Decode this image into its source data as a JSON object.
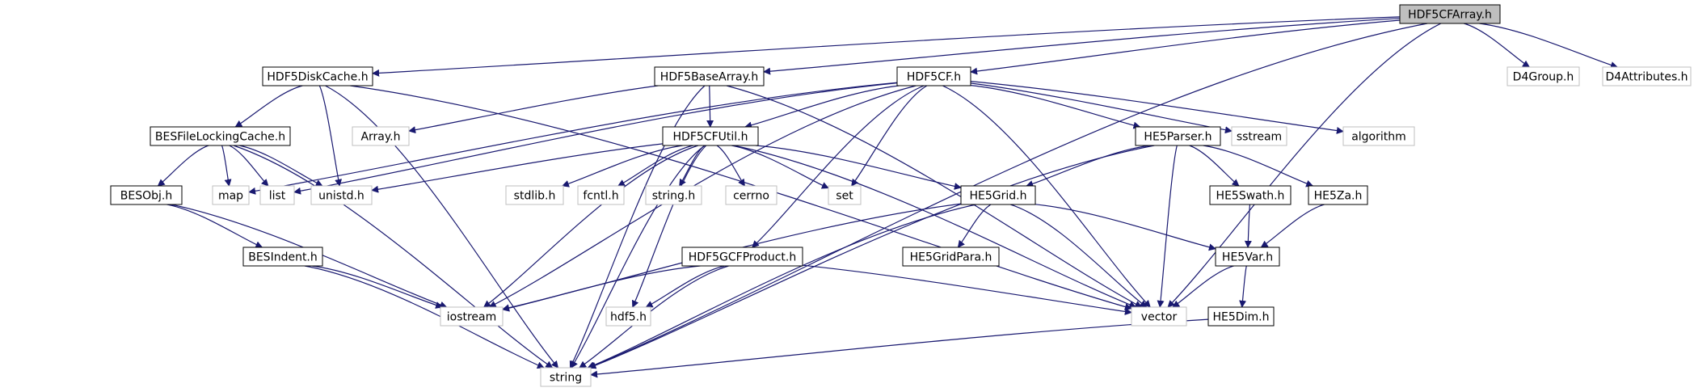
{
  "colors": {
    "edge": "#191970",
    "node_border": "#000000",
    "external_border": "#bfbfbf",
    "root_fill": "#bfbfbf",
    "text": "#000000",
    "external_text": "#000000"
  },
  "nodes": [
    {
      "id": "HDF5CFArray",
      "label": "HDF5CFArray.h",
      "kind": "root"
    },
    {
      "id": "HDF5DiskCache",
      "label": "HDF5DiskCache.h",
      "kind": "doc"
    },
    {
      "id": "HDF5BaseArray",
      "label": "HDF5BaseArray.h",
      "kind": "doc"
    },
    {
      "id": "HDF5CF",
      "label": "HDF5CF.h",
      "kind": "doc"
    },
    {
      "id": "D4Group",
      "label": "D4Group.h",
      "kind": "ext"
    },
    {
      "id": "D4Attributes",
      "label": "D4Attributes.h",
      "kind": "ext"
    },
    {
      "id": "BESFileLockingCache",
      "label": "BESFileLockingCache.h",
      "kind": "doc"
    },
    {
      "id": "ArrayH",
      "label": "Array.h",
      "kind": "ext"
    },
    {
      "id": "HDF5CFUtil",
      "label": "HDF5CFUtil.h",
      "kind": "doc"
    },
    {
      "id": "HE5Parser",
      "label": "HE5Parser.h",
      "kind": "doc"
    },
    {
      "id": "sstream",
      "label": "sstream",
      "kind": "ext"
    },
    {
      "id": "algorithm",
      "label": "algorithm",
      "kind": "ext"
    },
    {
      "id": "BESObj",
      "label": "BESObj.h",
      "kind": "doc"
    },
    {
      "id": "map",
      "label": "map",
      "kind": "ext"
    },
    {
      "id": "list",
      "label": "list",
      "kind": "ext"
    },
    {
      "id": "unistd",
      "label": "unistd.h",
      "kind": "ext"
    },
    {
      "id": "stdlib",
      "label": "stdlib.h",
      "kind": "ext"
    },
    {
      "id": "fcntl",
      "label": "fcntl.h",
      "kind": "ext"
    },
    {
      "id": "stringh",
      "label": "string.h",
      "kind": "ext"
    },
    {
      "id": "cerrno",
      "label": "cerrno",
      "kind": "ext"
    },
    {
      "id": "set",
      "label": "set",
      "kind": "ext"
    },
    {
      "id": "HE5Grid",
      "label": "HE5Grid.h",
      "kind": "doc"
    },
    {
      "id": "HE5Swath",
      "label": "HE5Swath.h",
      "kind": "doc"
    },
    {
      "id": "HE5Za",
      "label": "HE5Za.h",
      "kind": "doc"
    },
    {
      "id": "BESIndent",
      "label": "BESIndent.h",
      "kind": "doc"
    },
    {
      "id": "HDF5GCFProduct",
      "label": "HDF5GCFProduct.h",
      "kind": "doc"
    },
    {
      "id": "HE5GridPara",
      "label": "HE5GridPara.h",
      "kind": "doc"
    },
    {
      "id": "HE5Var",
      "label": "HE5Var.h",
      "kind": "doc"
    },
    {
      "id": "iostream",
      "label": "iostream",
      "kind": "ext"
    },
    {
      "id": "hdf5",
      "label": "hdf5.h",
      "kind": "ext"
    },
    {
      "id": "vector",
      "label": "vector",
      "kind": "ext"
    },
    {
      "id": "HE5Dim",
      "label": "HE5Dim.h",
      "kind": "doc"
    },
    {
      "id": "string",
      "label": "string",
      "kind": "ext"
    }
  ],
  "edges": [
    [
      "HDF5CFArray",
      "HDF5DiskCache"
    ],
    [
      "HDF5CFArray",
      "HDF5BaseArray"
    ],
    [
      "HDF5CFArray",
      "HDF5CF"
    ],
    [
      "HDF5CFArray",
      "D4Group"
    ],
    [
      "HDF5CFArray",
      "D4Attributes"
    ],
    [
      "HDF5CFArray",
      "vector"
    ],
    [
      "HDF5CFArray",
      "string"
    ],
    [
      "HDF5DiskCache",
      "BESFileLockingCache"
    ],
    [
      "HDF5DiskCache",
      "unistd"
    ],
    [
      "HDF5DiskCache",
      "string"
    ],
    [
      "HDF5DiskCache",
      "vector"
    ],
    [
      "HDF5BaseArray",
      "ArrayH"
    ],
    [
      "HDF5BaseArray",
      "HDF5CFUtil"
    ],
    [
      "HDF5BaseArray",
      "string"
    ],
    [
      "HDF5BaseArray",
      "vector"
    ],
    [
      "HDF5CF",
      "HDF5CFUtil"
    ],
    [
      "HDF5CF",
      "HE5Parser"
    ],
    [
      "HDF5CF",
      "sstream"
    ],
    [
      "HDF5CF",
      "algorithm"
    ],
    [
      "HDF5CF",
      "map"
    ],
    [
      "HDF5CF",
      "list"
    ],
    [
      "HDF5CF",
      "set"
    ],
    [
      "HDF5CF",
      "iostream"
    ],
    [
      "HDF5CF",
      "HDF5GCFProduct"
    ],
    [
      "HDF5CF",
      "vector"
    ],
    [
      "BESFileLockingCache",
      "BESObj"
    ],
    [
      "BESFileLockingCache",
      "map"
    ],
    [
      "BESFileLockingCache",
      "list"
    ],
    [
      "BESFileLockingCache",
      "unistd"
    ],
    [
      "BESFileLockingCache",
      "string"
    ],
    [
      "BESObj",
      "BESIndent"
    ],
    [
      "BESObj",
      "iostream"
    ],
    [
      "BESIndent",
      "iostream"
    ],
    [
      "BESIndent",
      "string"
    ],
    [
      "HDF5CFUtil",
      "unistd"
    ],
    [
      "HDF5CFUtil",
      "stdlib"
    ],
    [
      "HDF5CFUtil",
      "fcntl"
    ],
    [
      "HDF5CFUtil",
      "stringh"
    ],
    [
      "HDF5CFUtil",
      "cerrno"
    ],
    [
      "HDF5CFUtil",
      "set"
    ],
    [
      "HDF5CFUtil",
      "HE5Grid"
    ],
    [
      "HDF5CFUtil",
      "vector"
    ],
    [
      "HDF5CFUtil",
      "iostream"
    ],
    [
      "HDF5CFUtil",
      "hdf5"
    ],
    [
      "HDF5CFUtil",
      "string"
    ],
    [
      "HE5Parser",
      "HE5Grid"
    ],
    [
      "HE5Parser",
      "HE5Swath"
    ],
    [
      "HE5Parser",
      "HE5Za"
    ],
    [
      "HE5Parser",
      "vector"
    ],
    [
      "HE5Parser",
      "string"
    ],
    [
      "HE5Grid",
      "HE5GridPara"
    ],
    [
      "HE5Grid",
      "HE5Var"
    ],
    [
      "HE5Grid",
      "vector"
    ],
    [
      "HE5Grid",
      "string"
    ],
    [
      "HE5Grid",
      "iostream"
    ],
    [
      "HE5Swath",
      "HE5Var"
    ],
    [
      "HE5Za",
      "HE5Var"
    ],
    [
      "HE5Var",
      "HE5Dim"
    ],
    [
      "HE5Var",
      "vector"
    ],
    [
      "HE5Dim",
      "string"
    ],
    [
      "HDF5GCFProduct",
      "iostream"
    ],
    [
      "HDF5GCFProduct",
      "hdf5"
    ],
    [
      "HDF5GCFProduct",
      "vector"
    ],
    [
      "HDF5GCFProduct",
      "string"
    ]
  ]
}
